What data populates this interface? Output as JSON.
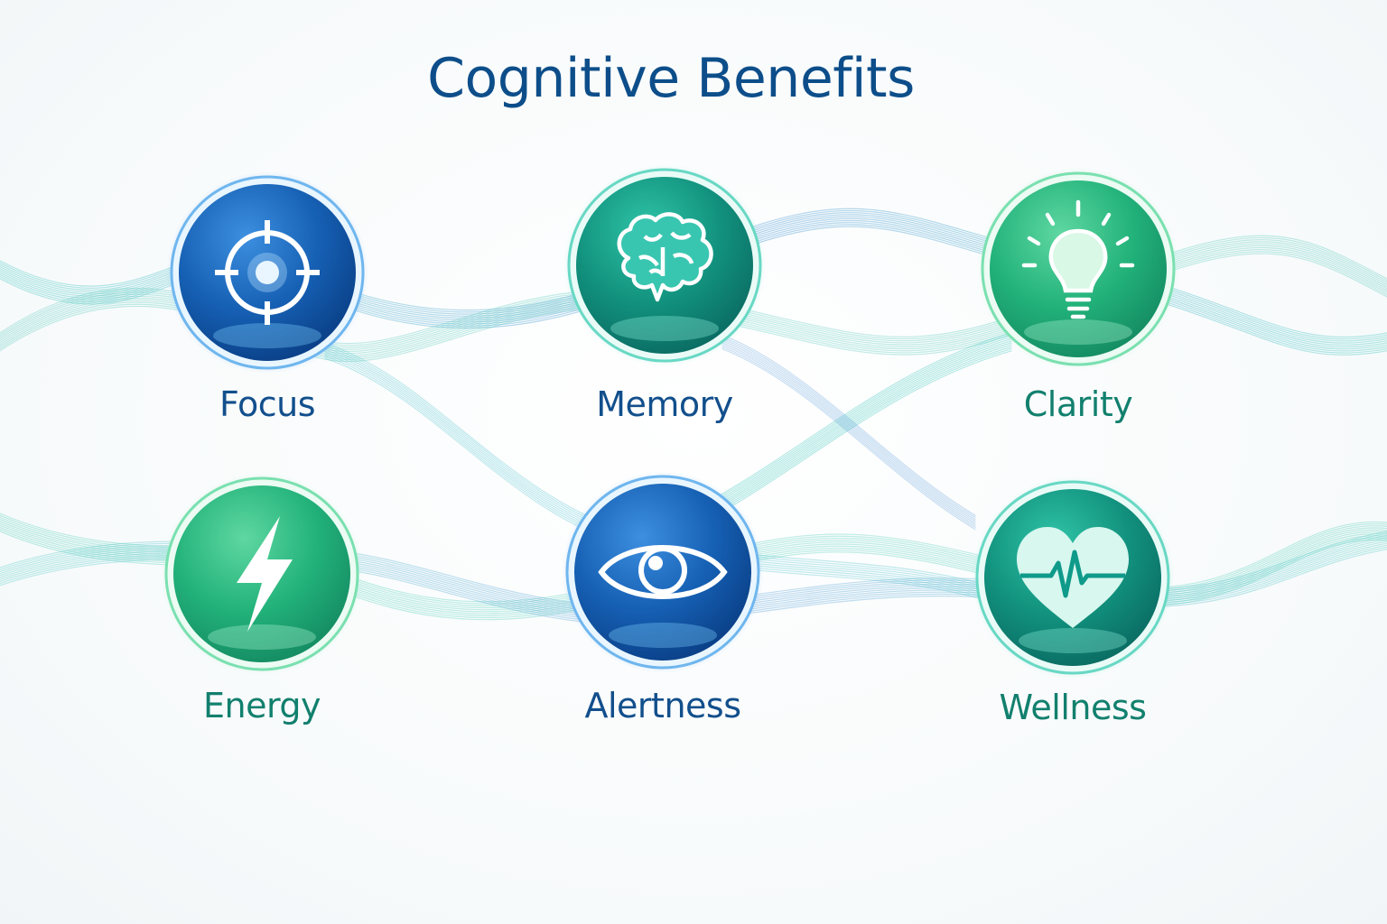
{
  "title": "Cognitive Benefits",
  "benefits": [
    {
      "label": "Focus",
      "icon": "target-icon",
      "theme": "blue",
      "label_color": "#124f8c"
    },
    {
      "label": "Memory",
      "icon": "brain-icon",
      "theme": "teal",
      "label_color": "#124f8c"
    },
    {
      "label": "Clarity",
      "icon": "lightbulb-icon",
      "theme": "green",
      "label_color": "#12806e"
    },
    {
      "label": "Energy",
      "icon": "lightning-icon",
      "theme": "green",
      "label_color": "#12806e"
    },
    {
      "label": "Alertness",
      "icon": "eye-icon",
      "theme": "blue",
      "label_color": "#124f8c"
    },
    {
      "label": "Wellness",
      "icon": "heartbeat-icon",
      "theme": "teal",
      "label_color": "#12806e"
    }
  ],
  "colors": {
    "title": "#0d4e8a",
    "blue": "#0e55a8",
    "teal": "#0f9a8a",
    "green": "#22b27a",
    "wave_blue": "#2a7fd0",
    "wave_teal": "#2fc4b8"
  }
}
